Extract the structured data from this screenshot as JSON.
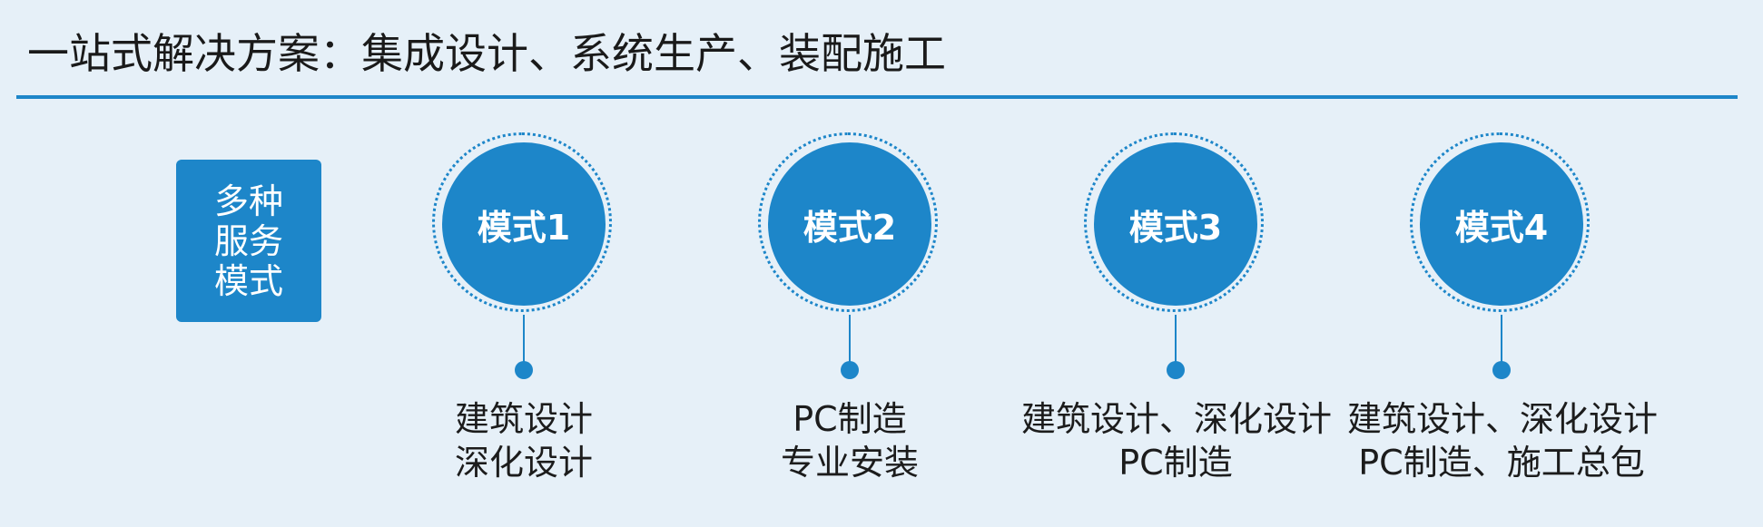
{
  "title": "一站式解决方案：集成设计、系统生产、装配施工",
  "service_box": {
    "lines": [
      "多种",
      "服务",
      "模式"
    ]
  },
  "modes": [
    {
      "label": "模式1",
      "desc": [
        "建筑设计",
        "深化设计"
      ]
    },
    {
      "label": "模式2",
      "desc": [
        "PC制造",
        "专业安装"
      ]
    },
    {
      "label": "模式3",
      "desc": [
        "建筑设计、深化设计",
        "PC制造"
      ]
    },
    {
      "label": "模式4",
      "desc": [
        "建筑设计、深化设计",
        "PC制造、施工总包"
      ]
    }
  ],
  "colors": {
    "accent": "#1d86c9",
    "background": "#e6f0f8",
    "text": "#1c1c1c"
  }
}
